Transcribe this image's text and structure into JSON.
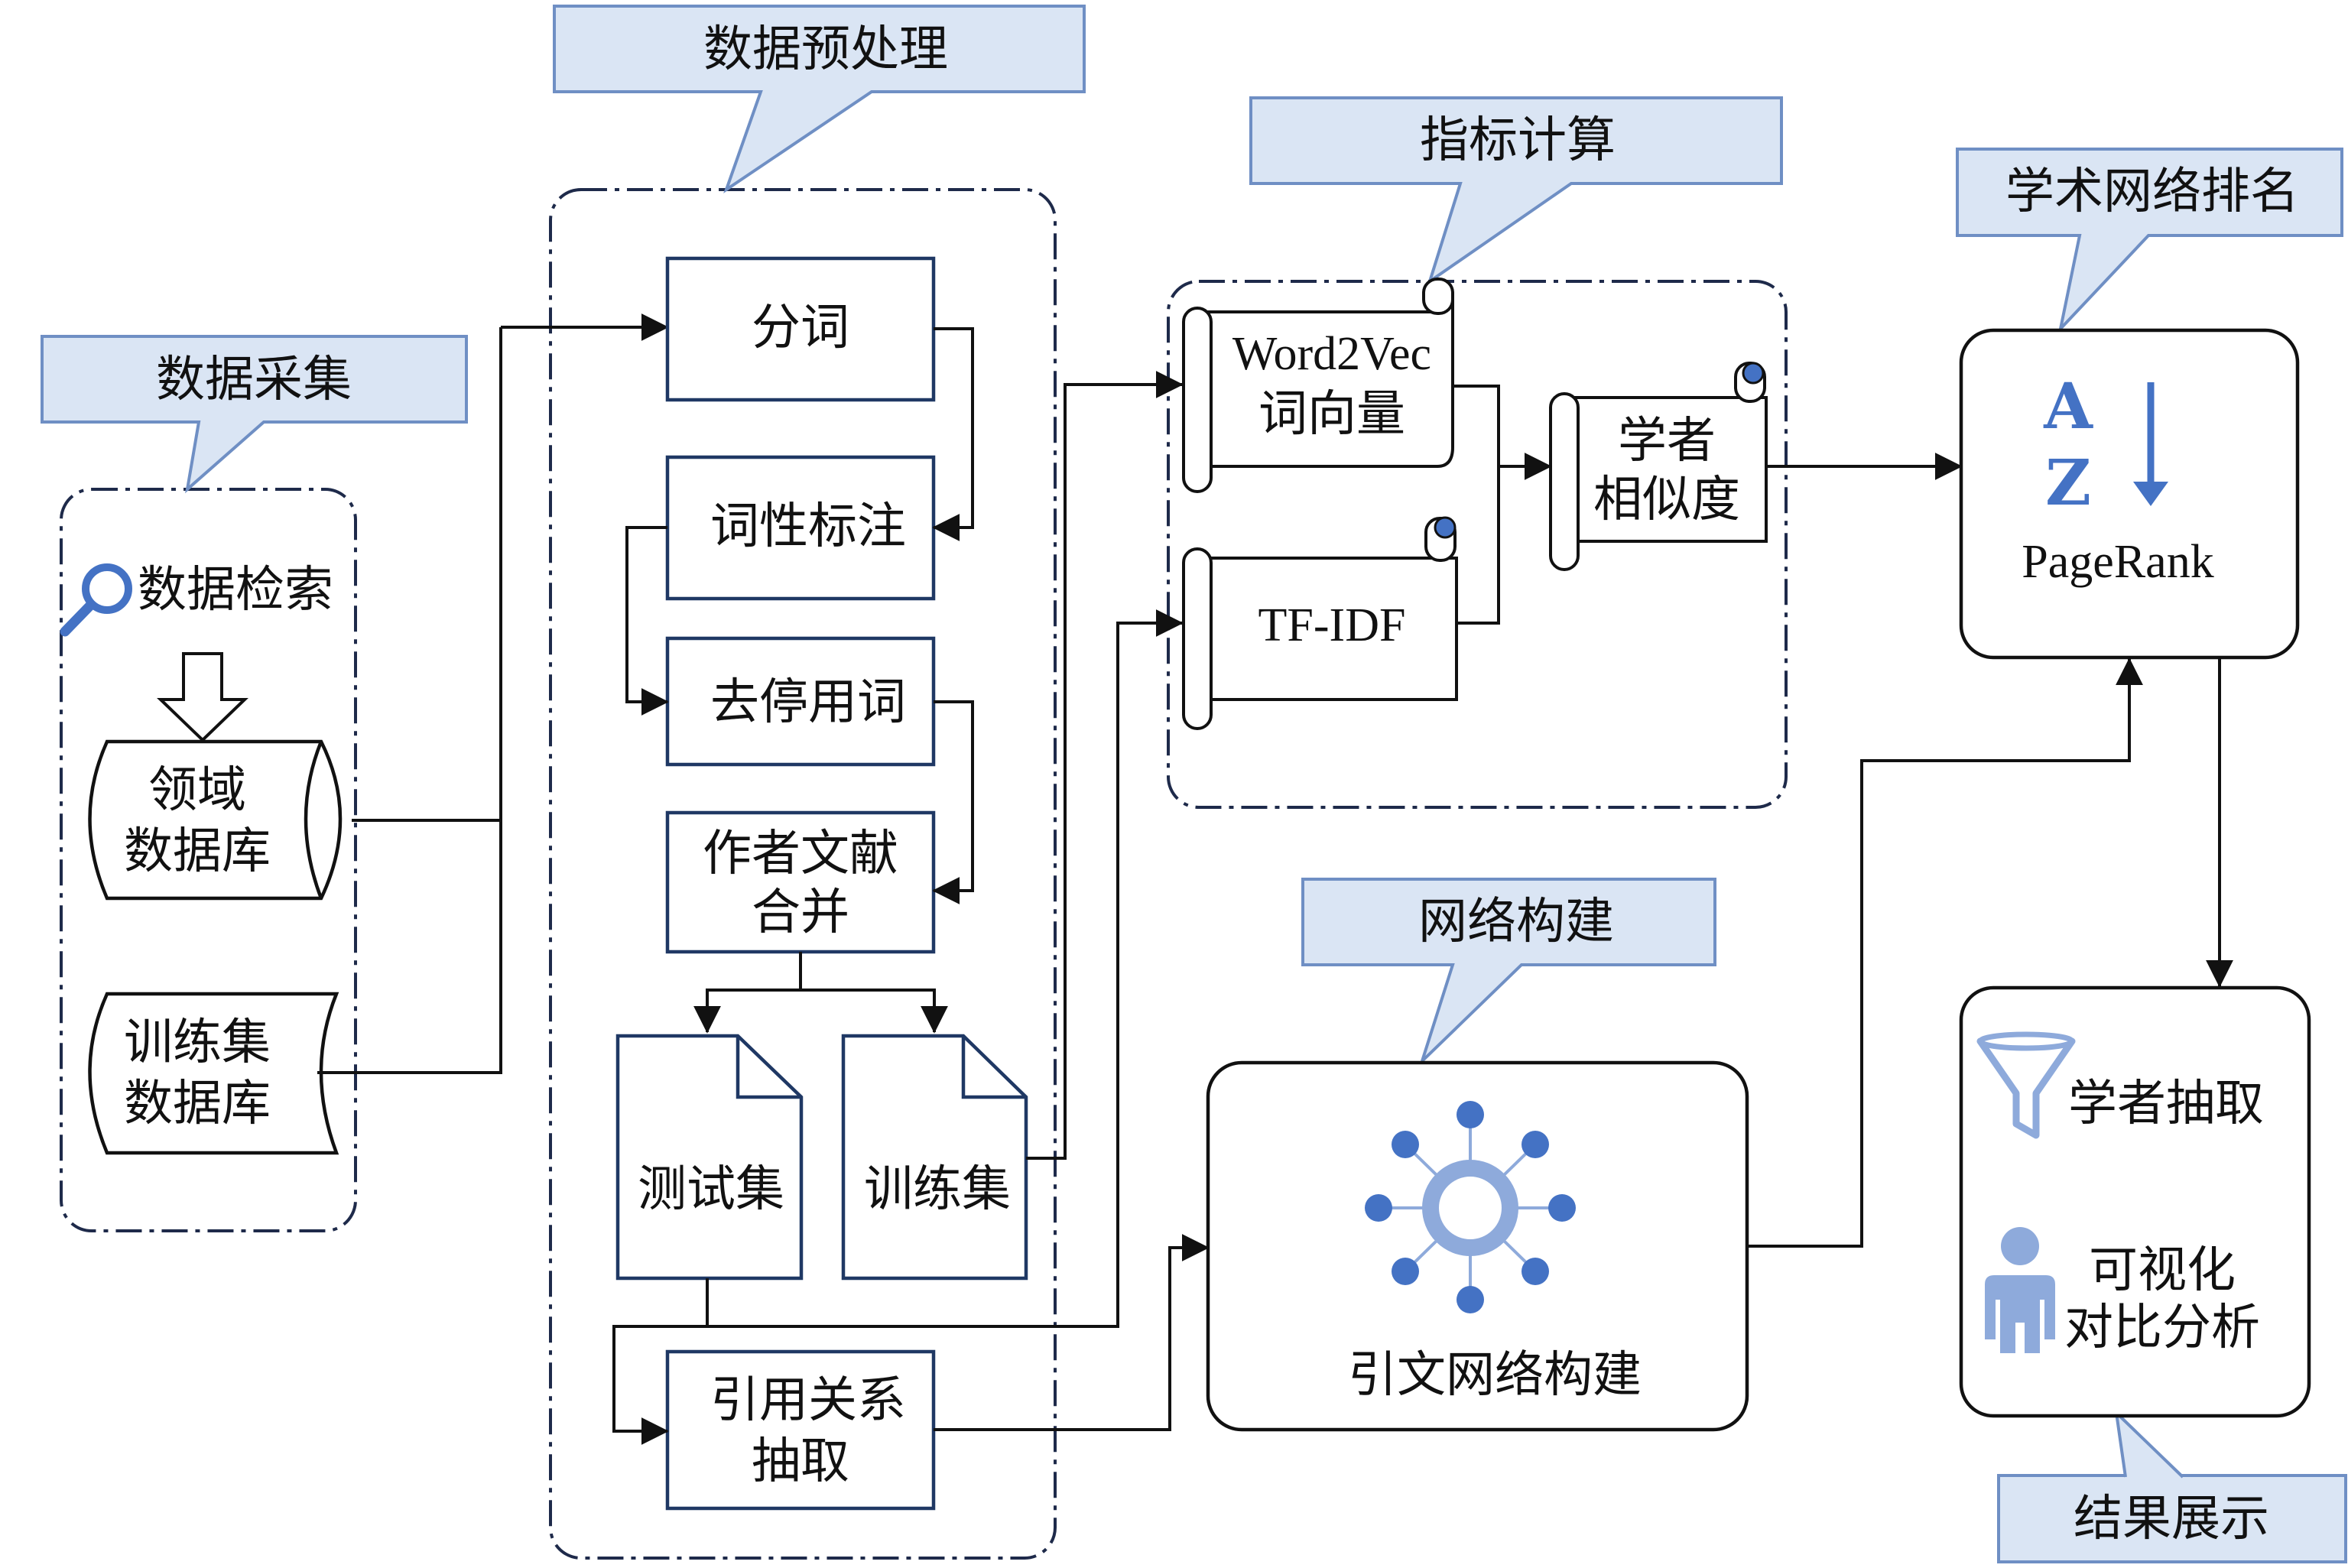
{
  "callouts": {
    "data_collection": "数据采集",
    "preprocessing": "数据预处理",
    "metric_calc": "指标计算",
    "academic_ranking": "学术网络排名",
    "network_build": "网络构建",
    "result_display": "结果展示"
  },
  "collection": {
    "search": "数据检索",
    "domain_db": [
      "领域",
      "数据库"
    ],
    "train_db": [
      "训练集",
      "数据库"
    ]
  },
  "preprocess": {
    "segment": "分词",
    "pos_tag": "词性标注",
    "stopwords": "去停用词",
    "merge": [
      "作者文献",
      "合并"
    ],
    "test_set": "测试集",
    "train_set": "训练集",
    "citation": [
      "引用关系",
      "抽取"
    ]
  },
  "metrics": {
    "word2vec": [
      "Word2Vec",
      "词向量"
    ],
    "tfidf": "TF-IDF",
    "similarity": [
      "学者",
      "相似度"
    ]
  },
  "ranking": {
    "az_top": "A",
    "az_bottom": "Z",
    "pagerank": "PageRank"
  },
  "network": {
    "label": "引文网络构建"
  },
  "results": {
    "extract": "学者抽取",
    "visualize": [
      "可视化",
      "对比分析"
    ]
  },
  "colors": {
    "callout_fill": "#dae5f4",
    "callout_stroke": "#6f8fc4",
    "icon_blue": "#4472c4",
    "network_blue": "#8eaadb",
    "box_stroke": "#1f3864"
  }
}
